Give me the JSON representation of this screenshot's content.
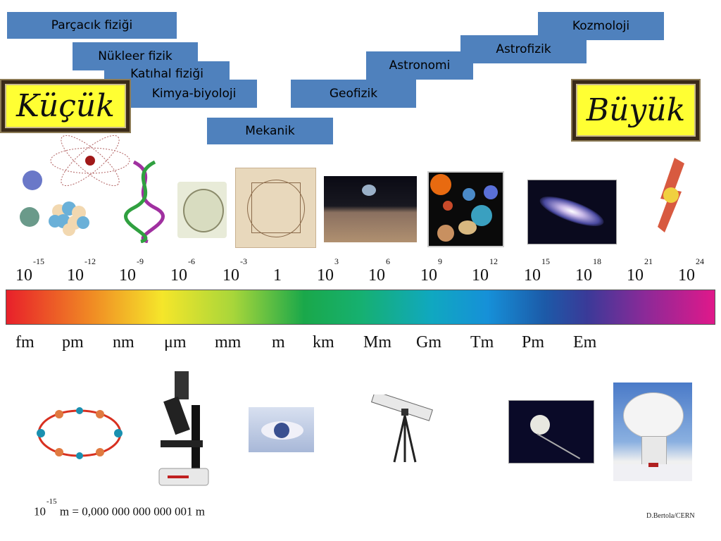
{
  "fields": {
    "particle": "Parçacık fiziği",
    "nuclear": "Nükleer fizik",
    "solid": "Katıhal fiziği",
    "chem": "Kimya-biyoloji",
    "mech": "Mekanik",
    "geo": "Geofizik",
    "astro": "Astronomi",
    "astrophys": "Astrofizik",
    "cosmo": "Kozmoloji"
  },
  "small_label": "Küçük",
  "big_label": "Büyük",
  "scale": {
    "base": "10",
    "one": "1",
    "exponents": [
      "-15",
      "-12",
      "-9",
      "-6",
      "-3",
      "3",
      "6",
      "9",
      "12",
      "15",
      "18",
      "21",
      "24"
    ],
    "units": [
      "fm",
      "pm",
      "nm",
      "μm",
      "mm",
      "m",
      "km",
      "Mm",
      "Gm",
      "Tm",
      "Pm",
      "Em"
    ]
  },
  "footnote": {
    "base": "10",
    "exp": "-15",
    "rest": "m = 0,000 000 000 000 001 m"
  },
  "credit": "D.Bertola/CERN",
  "colors": {
    "box": "#4f81bd",
    "sign": "#ffff33"
  }
}
